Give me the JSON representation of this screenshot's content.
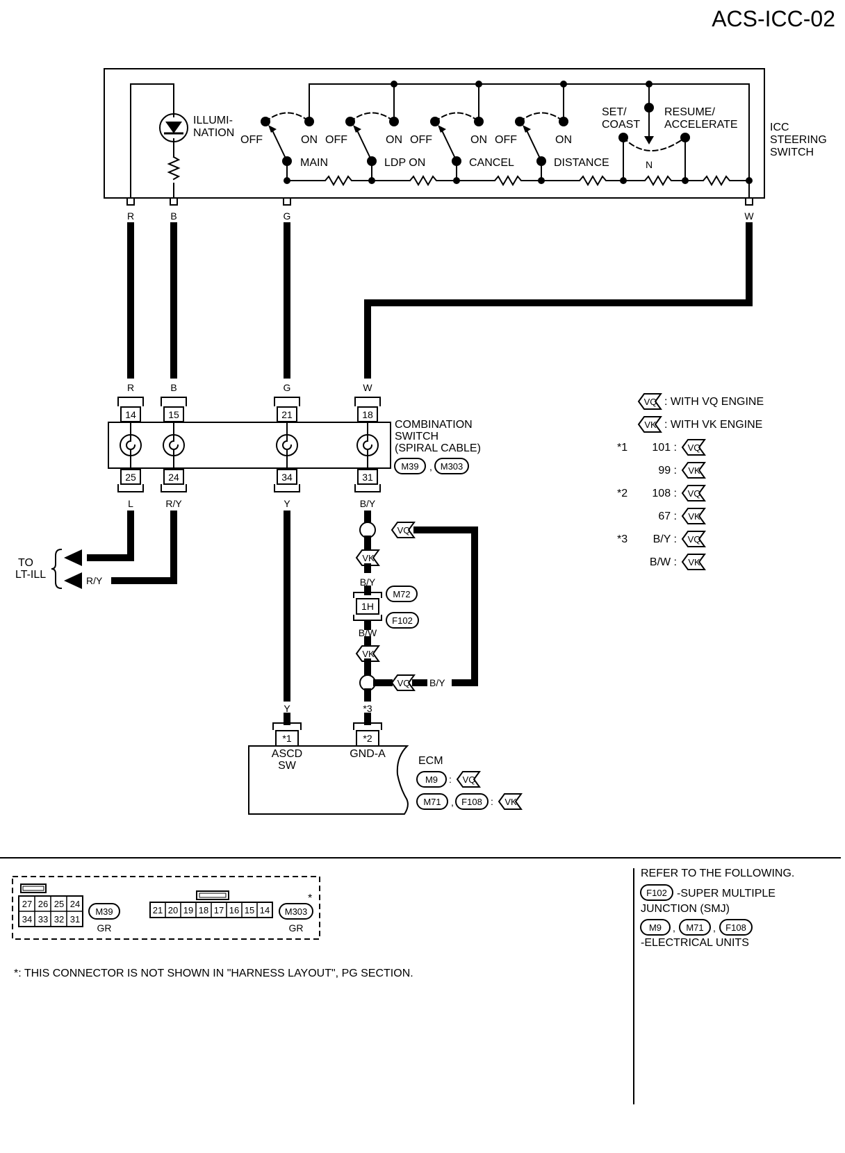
{
  "title": "ACS-ICC-02",
  "steering_switch": {
    "label_lines": [
      "ICC",
      "STEERING",
      "SWITCH"
    ],
    "illumination_lines": [
      "ILLUMI-",
      "NATION"
    ],
    "main": {
      "off": "OFF",
      "on": "ON",
      "label": "MAIN"
    },
    "ldp": {
      "off": "OFF",
      "on": "ON",
      "label": "LDP ON"
    },
    "cancel": {
      "off": "OFF",
      "on": "ON",
      "label": "CANCEL"
    },
    "distance": {
      "off": "OFF",
      "on": "ON",
      "label": "DISTANCE"
    },
    "set_coast_lines": [
      "SET/",
      "COAST"
    ],
    "resume_accel_lines": [
      "RESUME/",
      "ACCELERATE"
    ],
    "neutral": "N"
  },
  "wires_top": [
    "R",
    "B",
    "G",
    "W"
  ],
  "combination_switch": {
    "label_lines": [
      "COMBINATION",
      "SWITCH",
      "(SPIRAL CABLE)"
    ],
    "connectors": [
      "M39",
      "M303"
    ],
    "top_terminals": [
      "14",
      "15",
      "21",
      "18"
    ],
    "bottom_terminals": [
      "25",
      "24",
      "34",
      "31"
    ],
    "top_wires": [
      "R",
      "B",
      "G",
      "W"
    ],
    "bottom_wires": [
      "L",
      "R/Y",
      "Y",
      "B/Y"
    ]
  },
  "lt_ill": {
    "label_lines": [
      "TO",
      "LT-ILL"
    ],
    "wires": [
      "L",
      "R/Y"
    ]
  },
  "junction": {
    "vq": "VQ",
    "vk": "VK",
    "wire_by_upper": "B/Y",
    "terminal": "1H",
    "connectors": [
      "M72",
      "F102"
    ],
    "wire_bw": "B/W",
    "wire_by_side": "B/Y",
    "star3": "*3"
  },
  "ecm": {
    "label": "ECM",
    "wire_y": "Y",
    "terminal_1": "*1",
    "terminal_2": "*2",
    "pin1_lines": [
      "ASCD",
      "SW"
    ],
    "pin2_label": "GND-A",
    "conn_vq": [
      "M9"
    ],
    "conn_vk": [
      "M71",
      "F108"
    ],
    "vq": "VQ",
    "vk": "VK"
  },
  "legend": {
    "vq_text": ": WITH VQ ENGINE",
    "vk_text": ": WITH VK ENGINE",
    "rows": [
      {
        "star": "*1",
        "value": "101 :",
        "engine": "VQ"
      },
      {
        "star": "",
        "value": "99 :",
        "engine": "VK"
      },
      {
        "star": "*2",
        "value": "108 :",
        "engine": "VQ"
      },
      {
        "star": "",
        "value": "67 :",
        "engine": "VK"
      },
      {
        "star": "*3",
        "value": "B/Y :",
        "engine": "VQ"
      },
      {
        "star": "",
        "value": "B/W :",
        "engine": "VK"
      }
    ]
  },
  "connector_views": {
    "m39": {
      "name": "M39",
      "color": "GR",
      "row1": [
        "27",
        "26",
        "25",
        "24"
      ],
      "row2": [
        "34",
        "33",
        "32",
        "31"
      ]
    },
    "m303": {
      "name": "M303",
      "color": "GR",
      "row": [
        "21",
        "20",
        "19",
        "18",
        "17",
        "16",
        "15",
        "14"
      ],
      "star": "*"
    }
  },
  "footnote": "*: THIS CONNECTOR IS NOT SHOWN IN \"HARNESS LAYOUT\", PG SECTION.",
  "refer": {
    "heading": "REFER TO THE FOLLOWING.",
    "f102": "F102",
    "smj_lines": [
      "-SUPER MULTIPLE",
      "JUNCTION (SMJ)"
    ],
    "units": [
      "M9",
      "M71",
      "F108"
    ],
    "units_label": "-ELECTRICAL UNITS"
  }
}
